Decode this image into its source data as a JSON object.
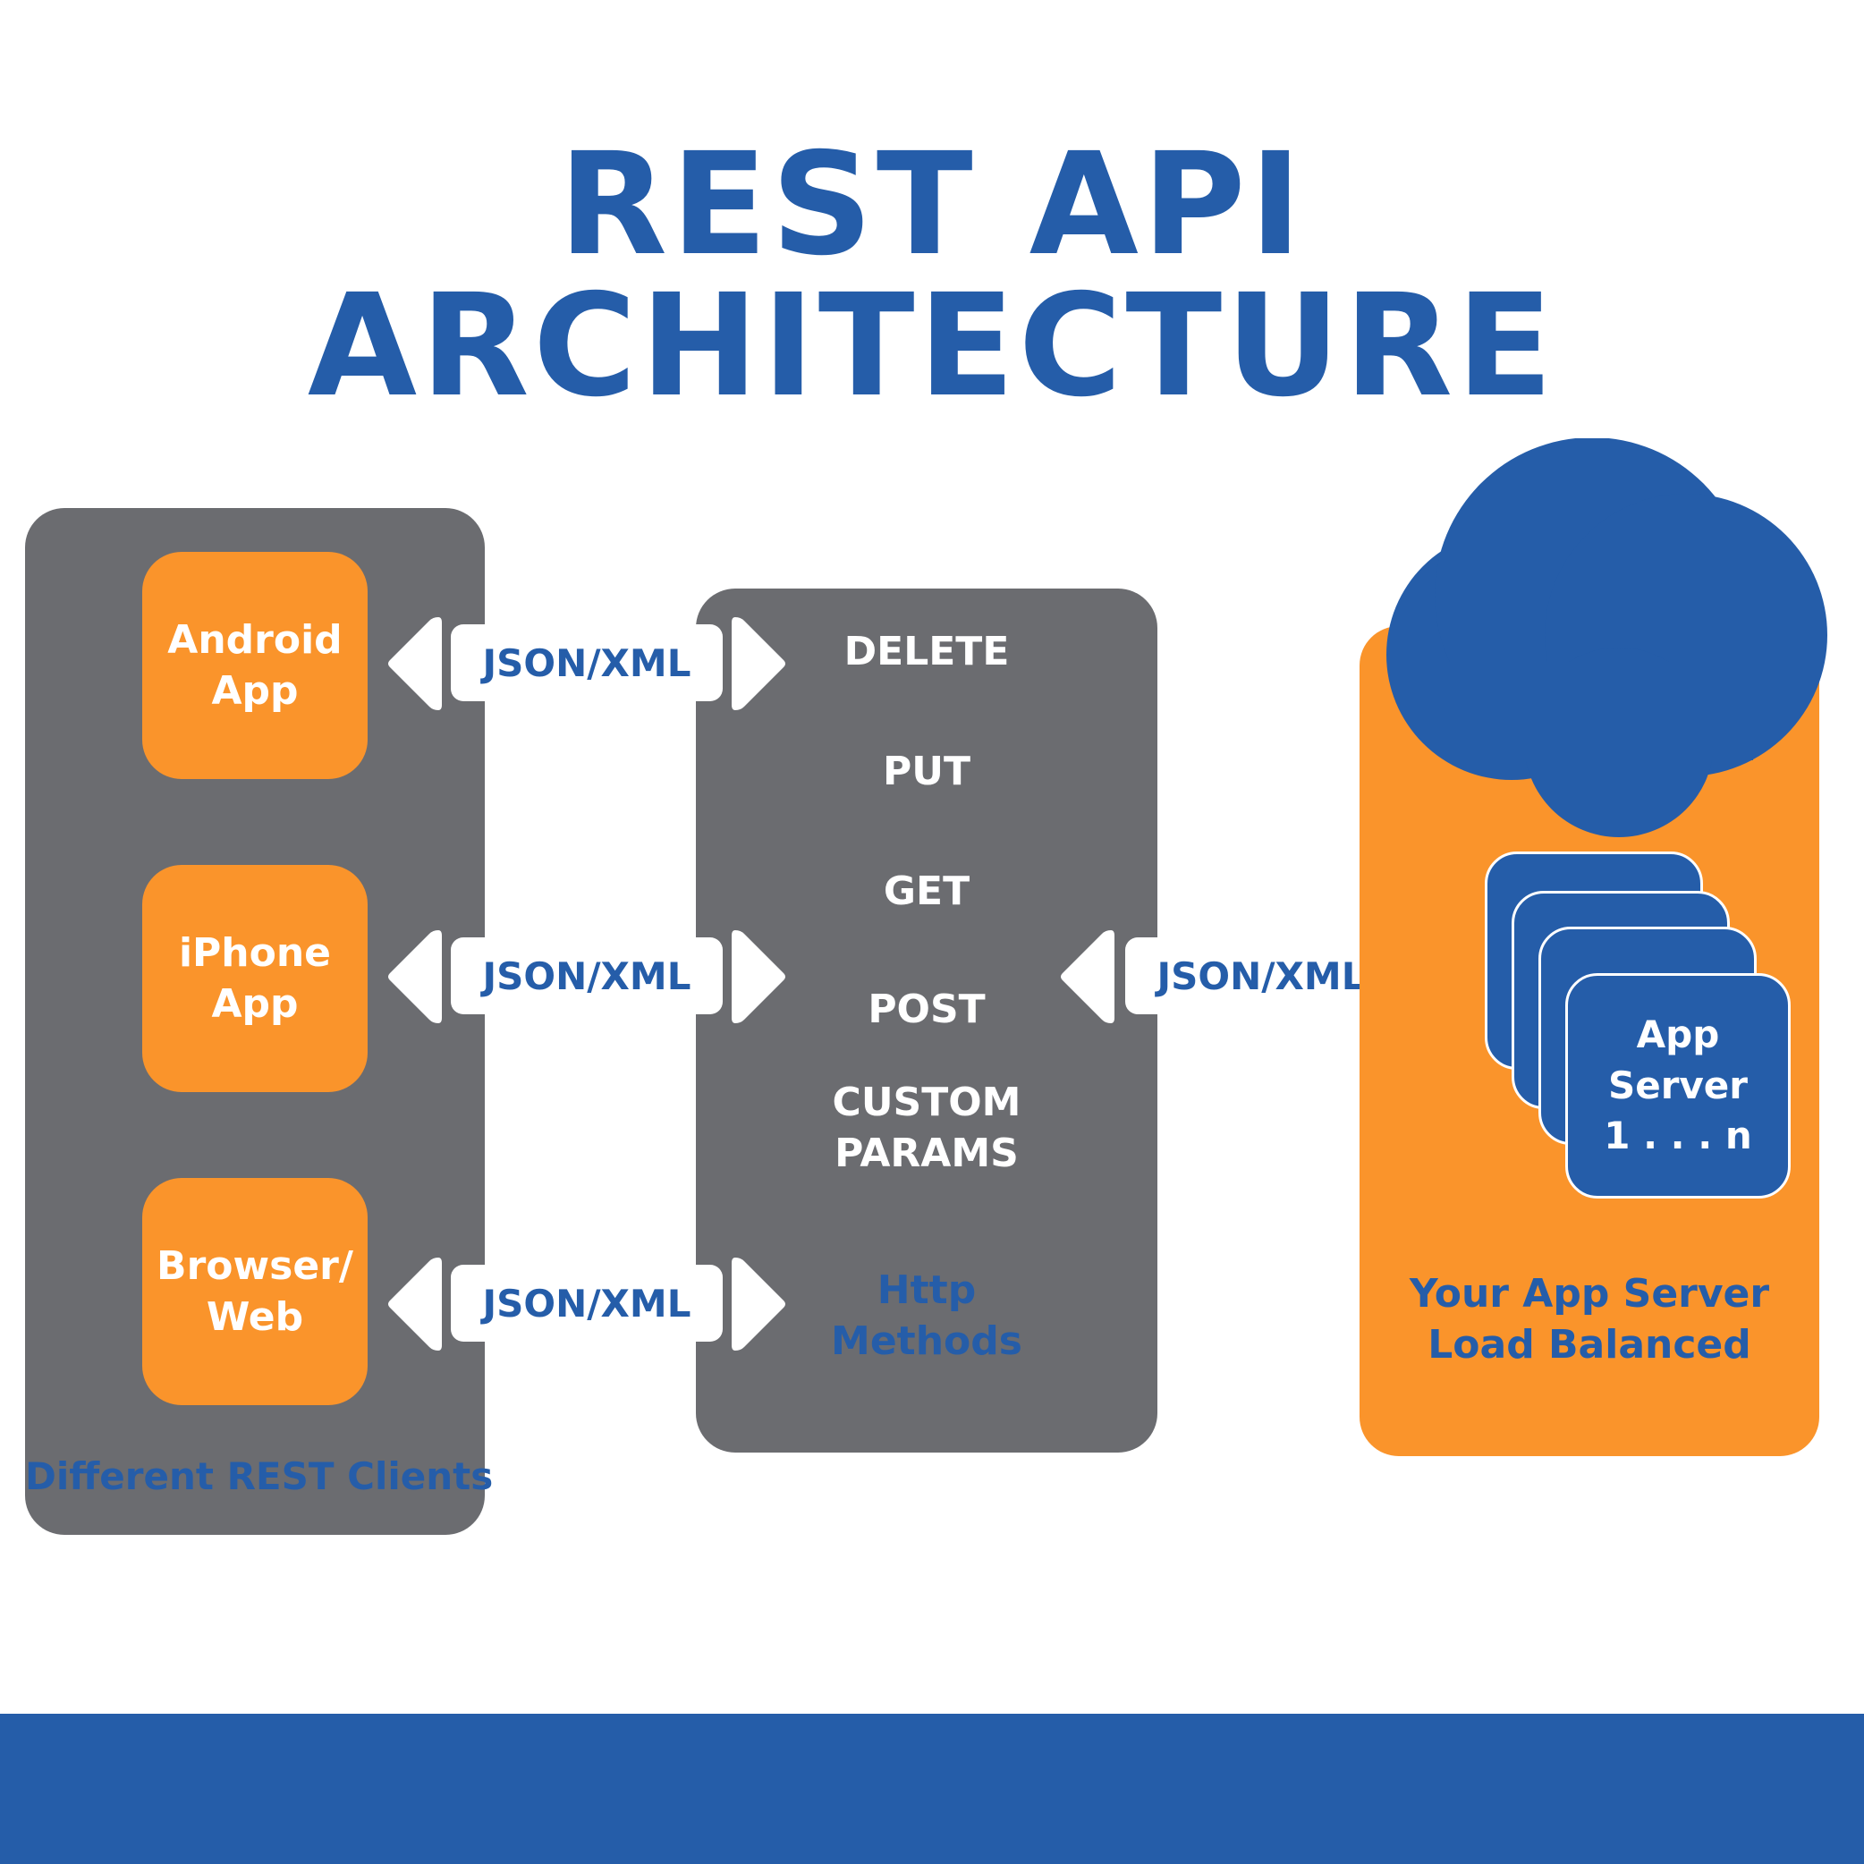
{
  "title": "REST API ARCHITECTURE",
  "colors": {
    "blue": "#255da9",
    "orange": "#fa942b",
    "gray": "#6b6c70",
    "white": "#ffffff"
  },
  "clients": {
    "items": [
      {
        "line1": "Android",
        "line2": "App"
      },
      {
        "line1": "iPhone",
        "line2": "App"
      },
      {
        "line1": "Browser/",
        "line2": "Web"
      }
    ],
    "caption": "Different REST Clients"
  },
  "connectors": {
    "client_link_label": "JSON/XML",
    "server_link_label": "JSON/XML"
  },
  "methods": {
    "items": [
      "DELETE",
      "PUT",
      "GET",
      "POST"
    ],
    "custom_line1": "CUSTOM",
    "custom_line2": "PARAMS",
    "caption_line1": "Http",
    "caption_line2": "Methods"
  },
  "server": {
    "card_line1": "App",
    "card_line2": "Server",
    "card_line3": "1 . . . n",
    "caption_line1": "Your App Server",
    "caption_line2": "Load Balanced",
    "cloud_icon": "cloud-icon"
  }
}
